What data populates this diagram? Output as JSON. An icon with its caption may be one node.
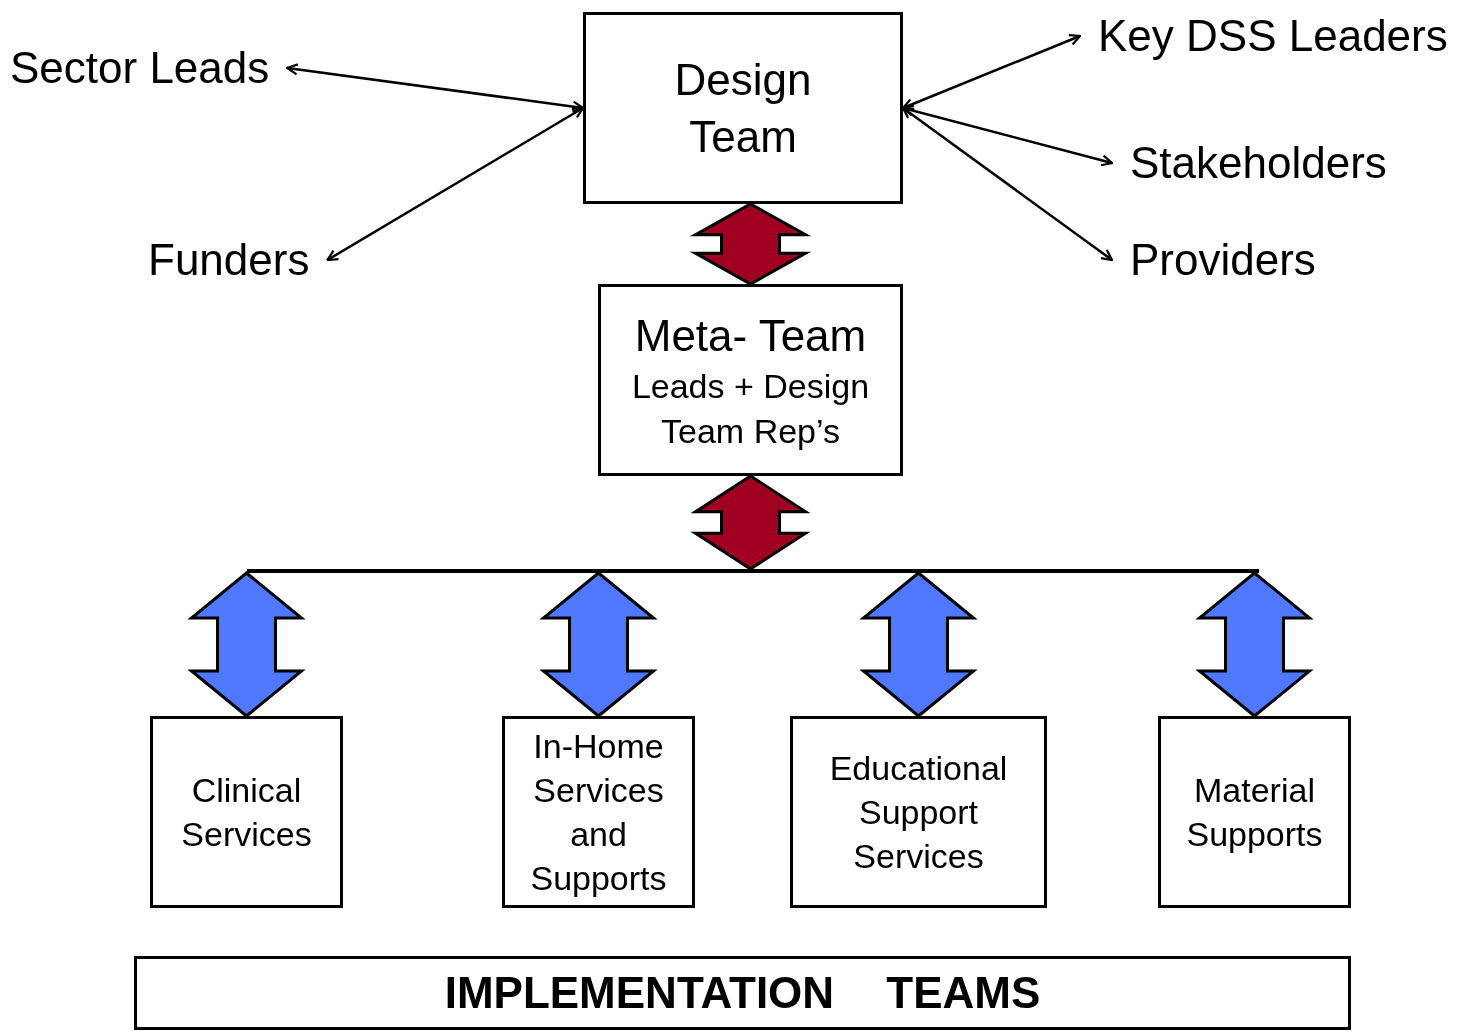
{
  "diagram": {
    "nodes": [
      {
        "text": [
          "Design Team"
        ]
      },
      {
        "text": [
          "Sector Leads"
        ]
      },
      {
        "text": [
          "Key DSS Leaders"
        ]
      },
      {
        "text": [
          "Stakeholders"
        ]
      },
      {
        "text": [
          "Funders"
        ]
      },
      {
        "text": [
          "Providers"
        ]
      },
      {
        "text": [
          "Meta- Team",
          "Leads + Design Team Rep’s"
        ]
      },
      {
        "text": [],
        "shape": "bar"
      },
      {
        "text": [
          "Clinical Services"
        ]
      },
      {
        "text": [
          "In-Home Services and Supports"
        ]
      },
      {
        "text": [
          "Educational Support Services"
        ]
      },
      {
        "text": [
          "Material Supports"
        ]
      },
      {
        "text": [
          "IMPLEMENTATION TEAMS"
        ]
      }
    ],
    "edges": [
      {
        "from": 0,
        "to": 1,
        "arrow": "both"
      },
      {
        "from": 0,
        "to": 4,
        "arrow": "both"
      },
      {
        "from": 0,
        "to": 2,
        "arrow": "both"
      },
      {
        "from": 0,
        "to": 3,
        "arrow": "both"
      },
      {
        "from": 0,
        "to": 5,
        "arrow": "both"
      },
      {
        "from": 0,
        "to": 6,
        "arrow": "both",
        "style": "thick",
        "color": "#a00021"
      },
      {
        "from": 6,
        "to": 7,
        "arrow": "both",
        "style": "thick",
        "color": "#a00021"
      },
      {
        "from": 7,
        "to": 8,
        "arrow": "both",
        "style": "thick",
        "color": "#4f78ff"
      },
      {
        "from": 7,
        "to": 9,
        "arrow": "both",
        "style": "thick",
        "color": "#4f78ff"
      },
      {
        "from": 7,
        "to": 10,
        "arrow": "both",
        "style": "thick",
        "color": "#4f78ff"
      },
      {
        "from": 7,
        "to": 11,
        "arrow": "both",
        "style": "thick",
        "color": "#4f78ff"
      }
    ]
  }
}
